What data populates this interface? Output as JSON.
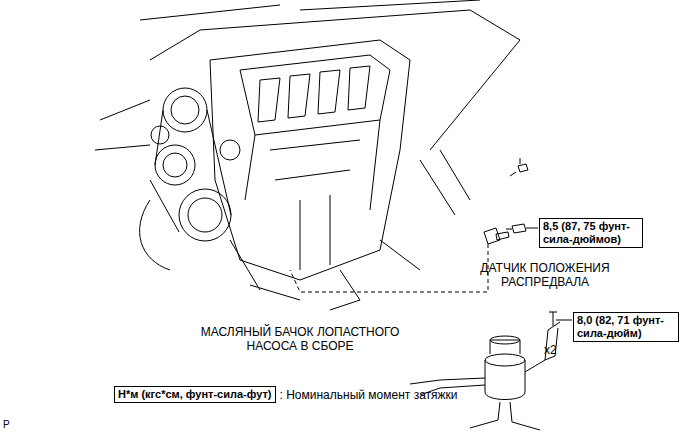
{
  "diagram": {
    "nodes": [
      {
        "text": [
          "8,5 (87, 75 фунт-сила-дюймов)"
        ]
      },
      {
        "text": [
          "8,0 (82, 71 фунт-сила-дюйм)"
        ]
      },
      {
        "text": [
          "Н*м (кгс*см, фунт-сила-фут)"
        ]
      }
    ],
    "labels": [
      "ДАТЧИК ПОЛОЖЕНИЯ РАСПРЕДВАЛА",
      "МАСЛЯНЫЙ БАЧОК ЛОПАСТНОГО НАСОСА В СБОРЕ",
      "x2",
      ": Номинальный момент затяжки",
      "P"
    ]
  }
}
